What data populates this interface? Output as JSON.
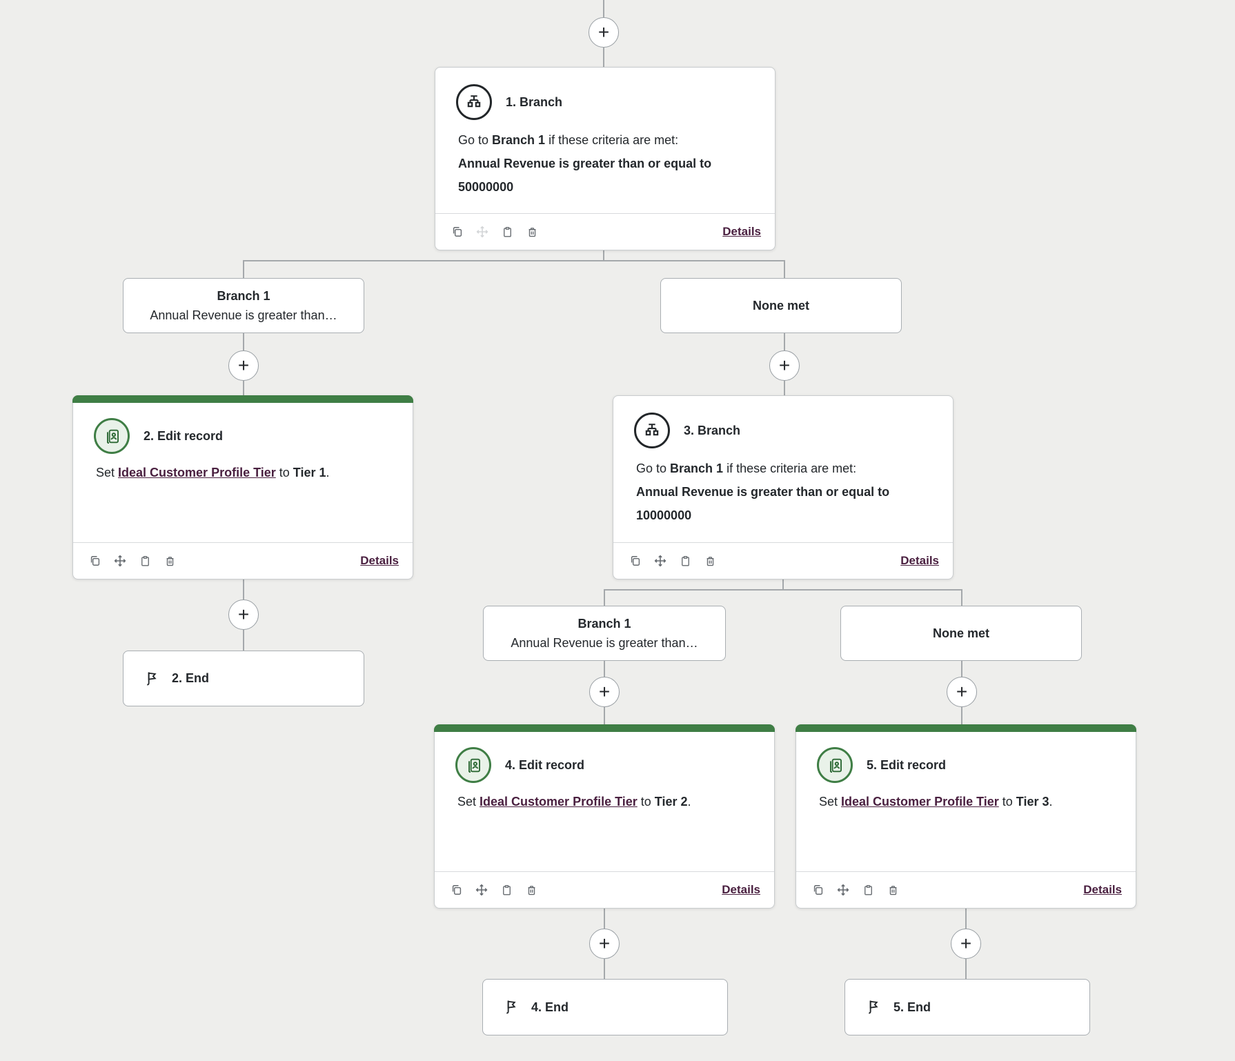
{
  "glyphs": {
    "plus": "+"
  },
  "shared": {
    "details_label": "Details"
  },
  "cards": {
    "branch1": {
      "title": "1. Branch",
      "go_to": "Go to ",
      "target": "Branch 1",
      "intro": " if these criteria are met:",
      "criteria": "Annual Revenue is greater than or equal to 50000000"
    },
    "edit2": {
      "title": "2. Edit record",
      "set": "Set ",
      "property": "Ideal Customer Profile Tier",
      "to": " to ",
      "value": "Tier 1",
      "period": "."
    },
    "branch3": {
      "title": "3. Branch",
      "go_to": "Go to ",
      "target": "Branch 1",
      "intro": " if these criteria are met:",
      "criteria": "Annual Revenue is greater than or equal to 10000000"
    },
    "edit4": {
      "title": "4. Edit record",
      "set": "Set ",
      "property": "Ideal Customer Profile Tier",
      "to": " to ",
      "value": "Tier 2",
      "period": "."
    },
    "edit5": {
      "title": "5. Edit record",
      "set": "Set ",
      "property": "Ideal Customer Profile Tier",
      "to": " to ",
      "value": "Tier 3",
      "period": "."
    }
  },
  "branch_labels": {
    "left1": {
      "title": "Branch 1",
      "subtitle": "Annual Revenue is greater than…"
    },
    "none1": {
      "title": "None met"
    },
    "left2": {
      "title": "Branch 1",
      "subtitle": "Annual Revenue is greater than…"
    },
    "none2": {
      "title": "None met"
    }
  },
  "ends": {
    "end2": "2. End",
    "end4": "4. End",
    "end5": "5. End"
  },
  "colors": {
    "accent_green": "#3f7e45",
    "link_plum": "#4a2040",
    "connector_gray": "#a4a8ab",
    "canvas_bg": "#eeeeec"
  }
}
